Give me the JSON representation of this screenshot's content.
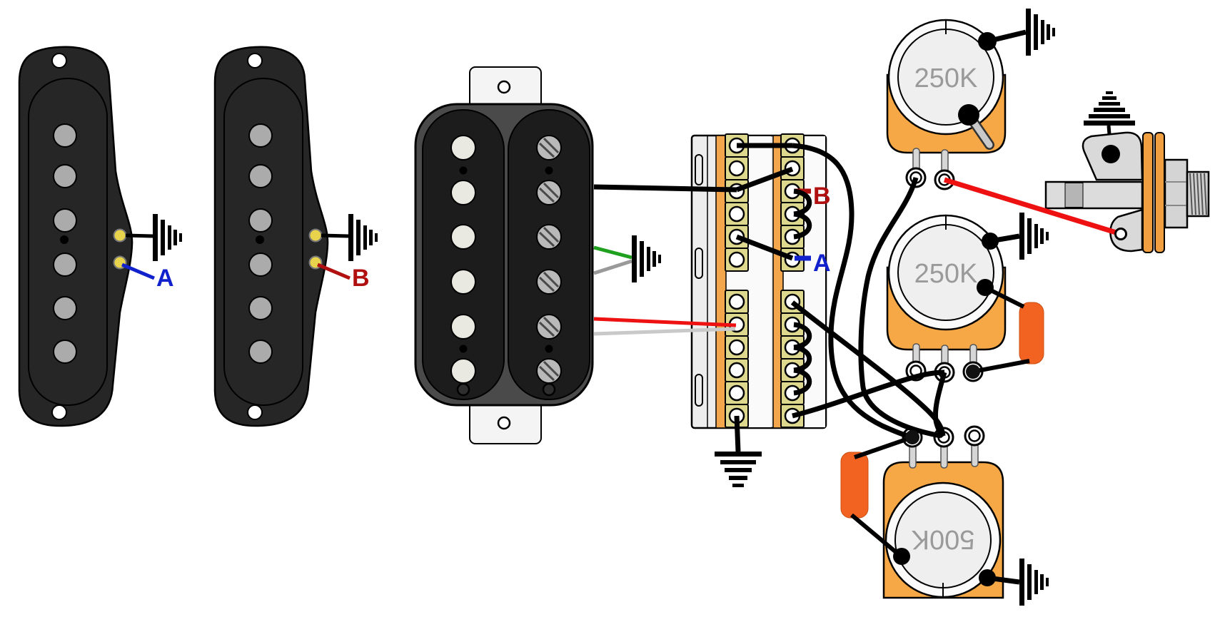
{
  "pots": {
    "top": {
      "value": "250K"
    },
    "middle": {
      "value": "250K"
    },
    "bottom": {
      "value": "500K"
    }
  },
  "labels": {
    "pickup_a": "A",
    "pickup_b": "B",
    "switch_a": "A",
    "switch_b": "B"
  },
  "colors": {
    "wire_black": "#000000",
    "wire_red": "#ee1111",
    "wire_green": "#1fa01f",
    "wire_gray": "#9a9a9a",
    "wire_white": "#c9c9c9",
    "wire_blue": "#1122cc",
    "wire_dark_red": "#b01010",
    "pot_body": "#f5a845",
    "capacitor": "#f26322",
    "switch_lug": "#ded88e",
    "eyelet": "#e8d44c"
  }
}
